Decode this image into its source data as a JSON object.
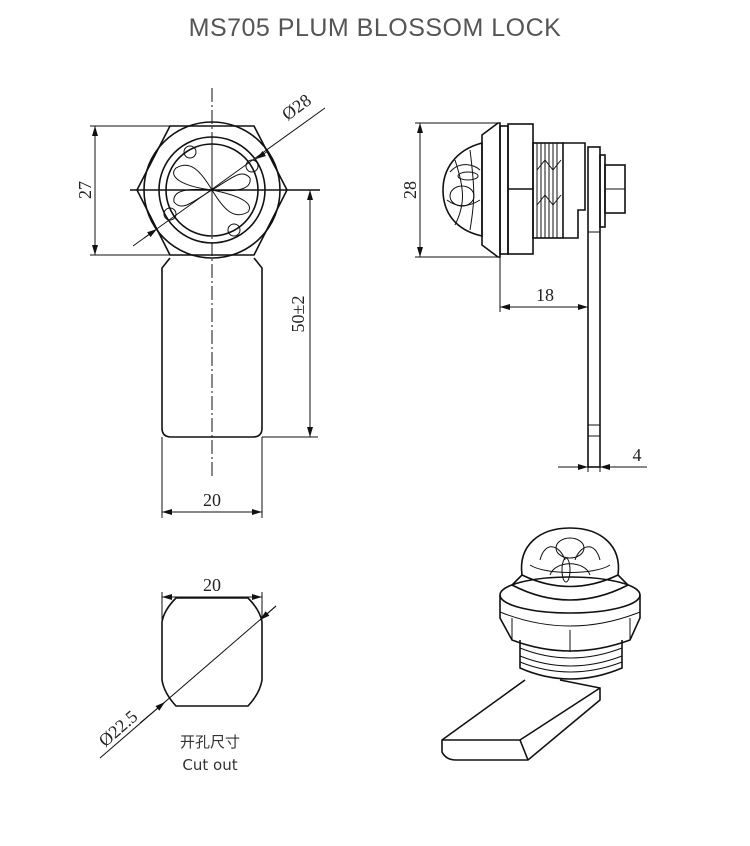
{
  "title": "MS705 PLUM BLOSSOM LOCK",
  "front_view": {
    "height_label": "27",
    "diameter_label": "Ø28",
    "length_label": "50±2",
    "width_label": "20"
  },
  "side_view": {
    "height_label": "28",
    "depth_label": "18",
    "cam_thickness_label": "4"
  },
  "cutout": {
    "width_label": "20",
    "diameter_label": "Ø22.5",
    "caption_cn": "开孔尺寸",
    "caption_en": "Cut out"
  }
}
